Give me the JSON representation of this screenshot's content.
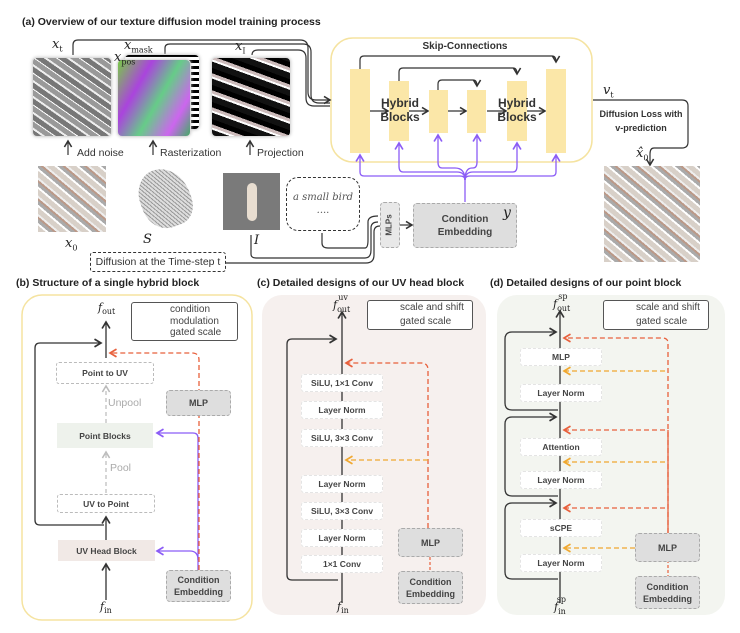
{
  "panel_a": {
    "title": "(a) Overview of our texture diffusion model training process",
    "x_t": "x",
    "x_t_sub": "t",
    "x_mask": "x",
    "x_mask_sub": "mask",
    "x_pos": "x",
    "x_pos_sub": "pos",
    "x_I": "x",
    "x_I_sub": "I",
    "x_0": "x",
    "x_0_sub": "0",
    "S": "S",
    "I": "I",
    "y": "y",
    "v_t": "v",
    "v_t_sub": "t",
    "x0_hat": "x̂",
    "x0_hat_sub": "0",
    "add_noise": "Add noise",
    "rasterization": "Rasterization",
    "projection": "Projection",
    "prompt_text": "a small bird ....",
    "timestep": "Diffusion at the Time-step t",
    "skip_connections": "Skip-Connections",
    "hybrid_blocks_1": "Hybrid Blocks",
    "hybrid_blocks_2": "Hybrid Blocks",
    "mlps": "MLPs",
    "condition_embedding": "Condition Embedding",
    "loss": "Diffusion Loss with v-prediction"
  },
  "panel_b": {
    "title": "(b) Structure of a single hybrid block",
    "f_out": "f",
    "f_out_sub": "out",
    "f_in": "f",
    "f_in_sub": "in",
    "legend": {
      "condition": "condition modulation",
      "gated": "gated scale"
    },
    "point_to_uv": "Point to UV",
    "unpool": "Unpool",
    "mlp": "MLP",
    "point_blocks": "Point Blocks",
    "pool": "Pool",
    "uv_to_point": "UV to Point",
    "uv_head_block": "UV Head Block",
    "condition_embedding": "Condition Embedding"
  },
  "panel_c": {
    "title": "(c) Detailed designs of our UV head block",
    "f_out": "f",
    "f_out_sup": "uv",
    "f_out_sub": "out",
    "f_in": "f",
    "f_in_sub": "in",
    "legend": {
      "scale_shift": "scale and shift",
      "gated": "gated scale"
    },
    "layers": [
      "SiLU, 1×1 Conv",
      "Layer Norm",
      "SiLU, 3×3 Conv",
      "Layer Norm",
      "SiLU, 3×3 Conv",
      "Layer Norm",
      "1×1 Conv"
    ],
    "mlp": "MLP",
    "condition_embedding": "Condition Embedding"
  },
  "panel_d": {
    "title": "(d) Detailed designs of our point block",
    "f_out": "f",
    "f_out_sup": "sp",
    "f_out_sub": "out",
    "f_in": "f",
    "f_in_sup": "sp",
    "f_in_sub": "in",
    "legend": {
      "scale_shift": "scale and shift",
      "gated": "gated scale"
    },
    "layers": [
      "MLP",
      "Layer Norm",
      "Attention",
      "Layer Norm",
      "sCPE",
      "Layer Norm"
    ],
    "mlp": "MLP",
    "condition_embedding": "Condition Embedding"
  },
  "colors": {
    "condition": "#8b5cf6",
    "gated": "#e8603c",
    "scale_shift": "#f0a830",
    "block": "#fbe7a8",
    "frame": "#f5e3a0"
  }
}
